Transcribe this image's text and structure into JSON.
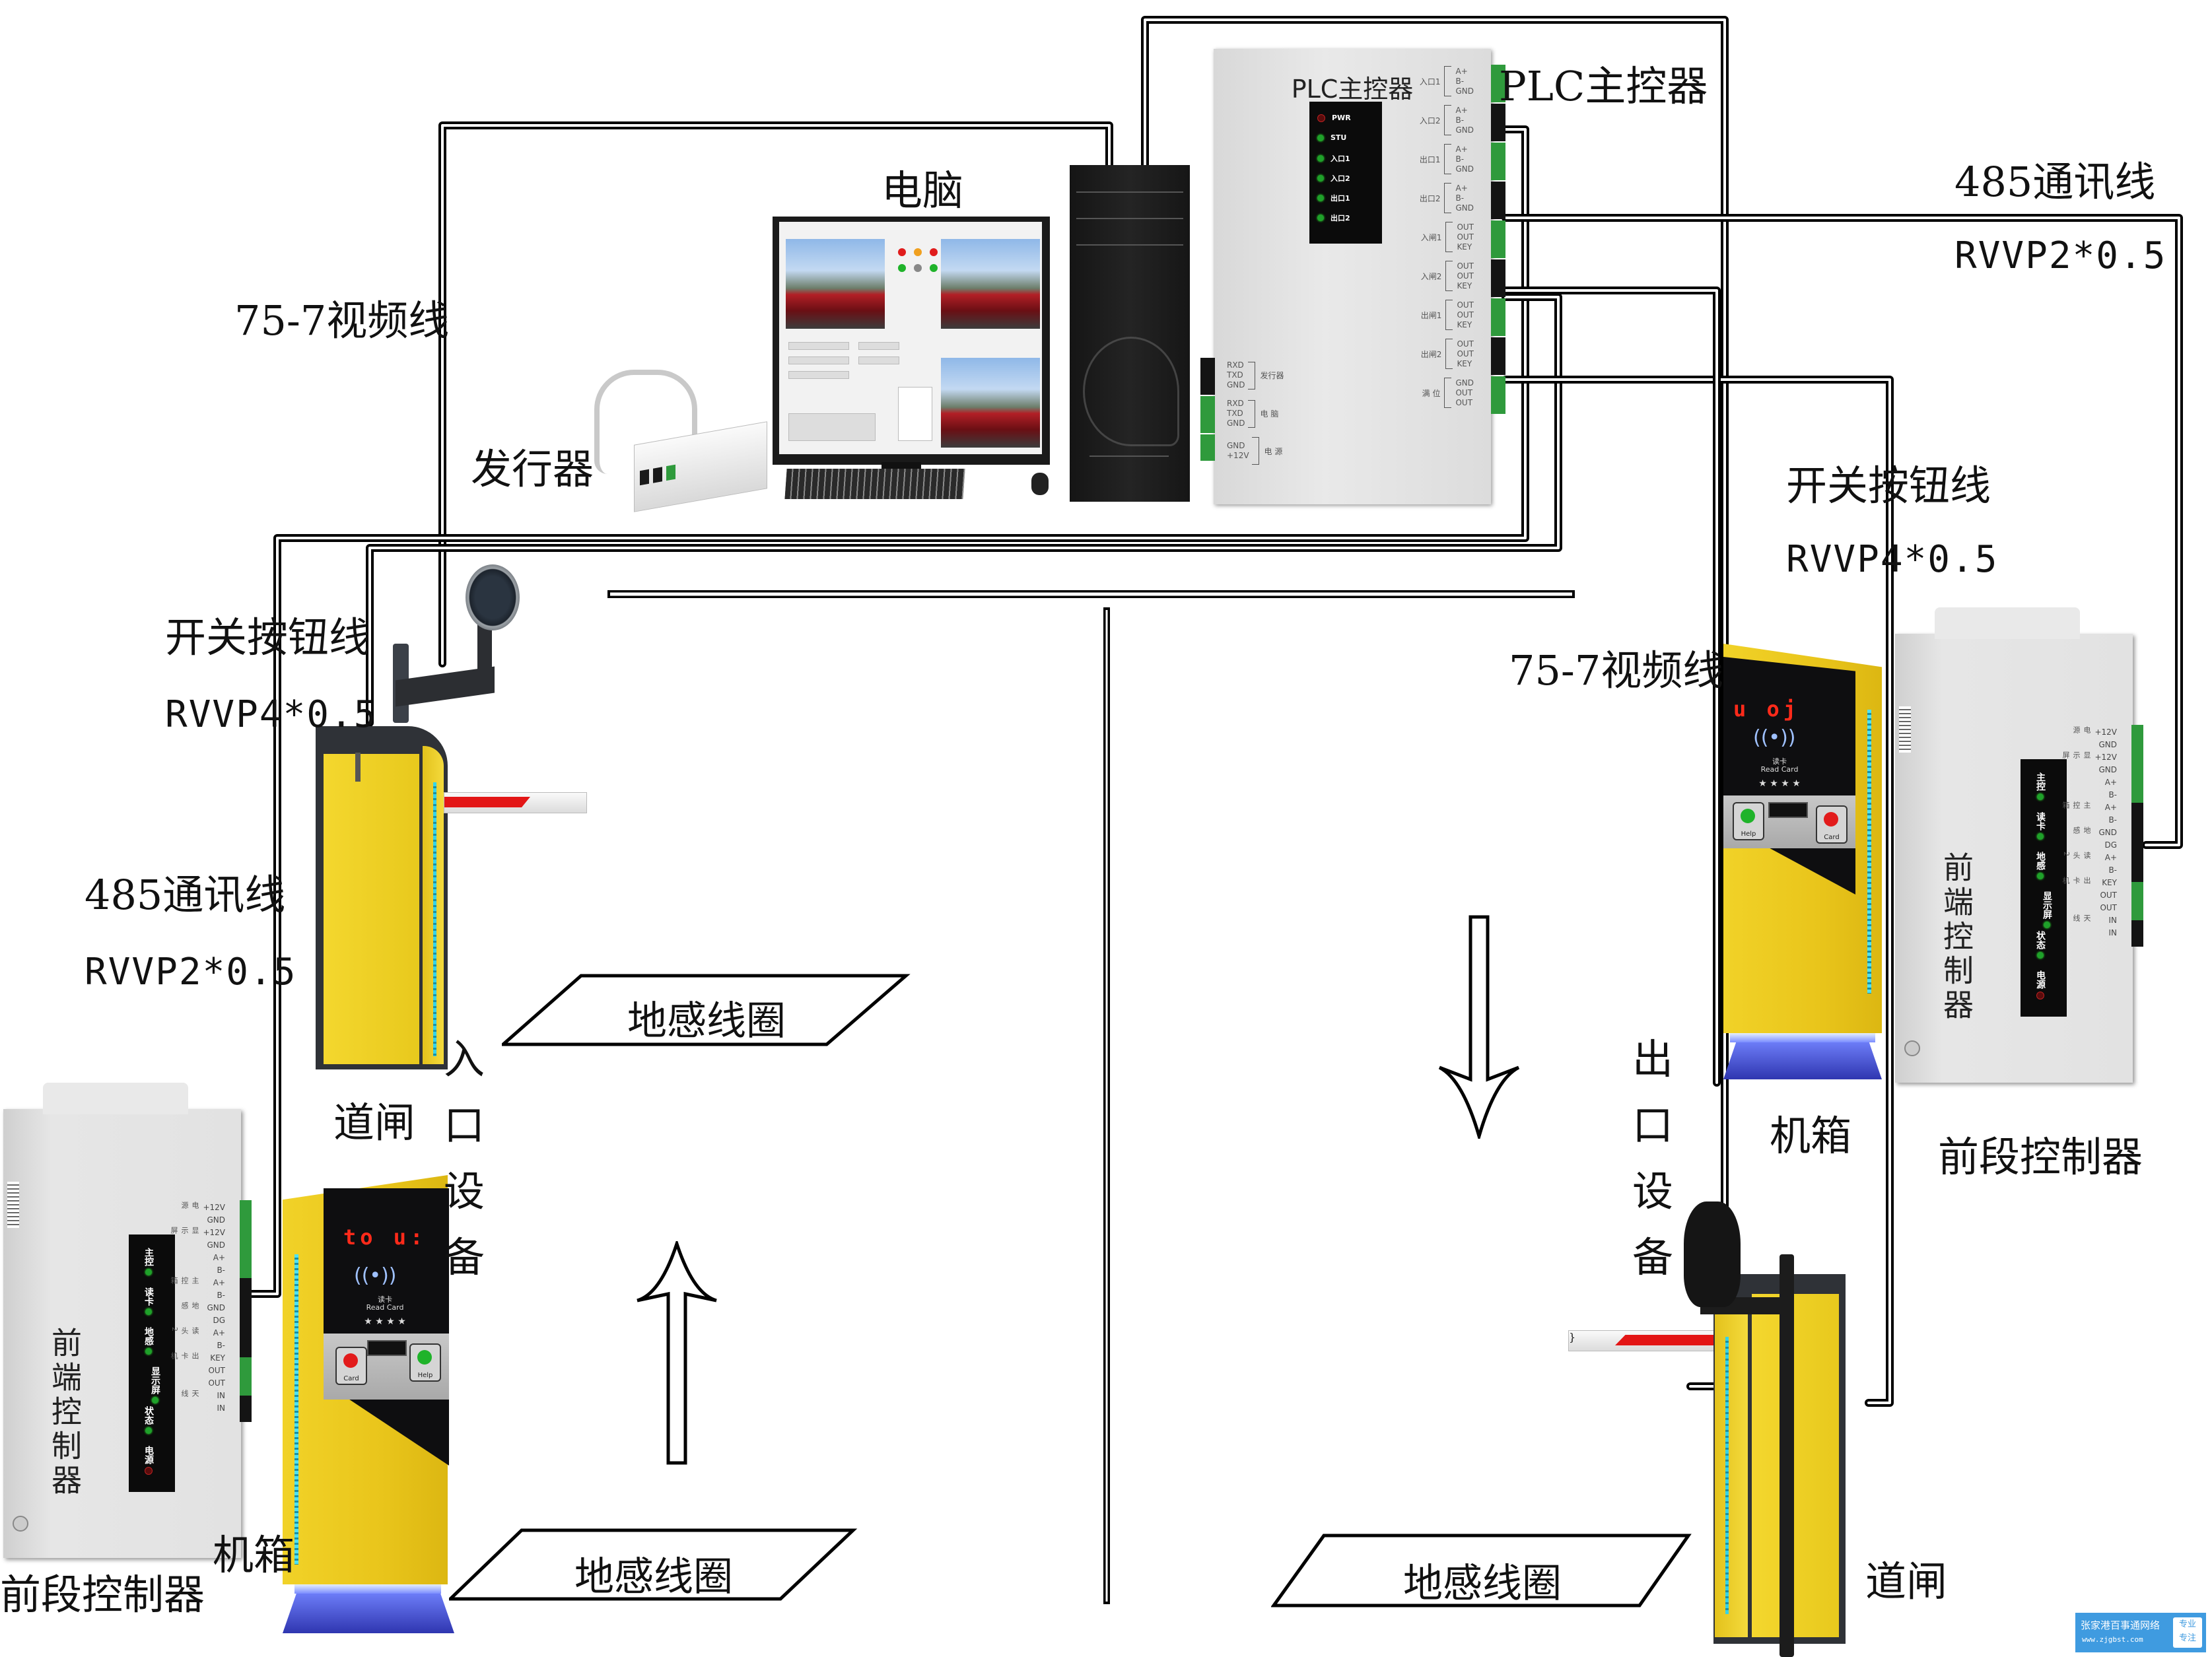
{
  "diagram_title": "停车场系统接线示意图",
  "labels": {
    "plc_main": "PLC主控器",
    "computer": "电脑",
    "issuer": "发行器",
    "video_cable_left": "75-7视频线",
    "video_cable_right": "75-7视频线",
    "switch_cable_left": "开关按钮线",
    "switch_cable_left_spec": "RVVP4*0.5",
    "switch_cable_right": "开关按钮线",
    "switch_cable_right_spec": "RVVP4*0.5",
    "comm_cable_left": "485通讯线",
    "comm_cable_left_spec": "RVVP2*0.5",
    "comm_cable_right": "485通讯线",
    "comm_cable_right_spec": "RVVP2*0.5",
    "gate_left": "道闸",
    "gate_right": "道闸",
    "kiosk_left": "机箱",
    "kiosk_right": "机箱",
    "front_ctrl_left": "前段控制器",
    "front_ctrl_right": "前段控制器",
    "entry_equipment": [
      "入",
      "口",
      "设",
      "备"
    ],
    "exit_equipment": [
      "出",
      "口",
      "设",
      "备"
    ],
    "loop_entry_top": "地感线圈",
    "loop_entry_bottom": "地感线圈",
    "loop_exit": "地感线圈"
  },
  "plc_device": {
    "title": "PLC主控器",
    "indicators": [
      {
        "label": "PWR",
        "color": "red"
      },
      {
        "label": "STU",
        "color": "green"
      },
      {
        "label": "入口1",
        "color": "green"
      },
      {
        "label": "入口2",
        "color": "green"
      },
      {
        "label": "出口1",
        "color": "green"
      },
      {
        "label": "出口2",
        "color": "green"
      }
    ],
    "right_terminals": [
      {
        "group": "入口1",
        "pins": [
          "A+",
          "B-",
          "GND"
        ],
        "block": "green"
      },
      {
        "group": "入口2",
        "pins": [
          "A+",
          "B-",
          "GND"
        ],
        "block": "black"
      },
      {
        "group": "出口1",
        "pins": [
          "A+",
          "B-",
          "GND"
        ],
        "block": "green"
      },
      {
        "group": "出口2",
        "pins": [
          "A+",
          "B-",
          "GND"
        ],
        "block": "black"
      },
      {
        "group": "入闸1",
        "pins": [
          "OUT",
          "OUT",
          "KEY"
        ],
        "block": "green"
      },
      {
        "group": "入闸2",
        "pins": [
          "OUT",
          "OUT",
          "KEY"
        ],
        "block": "black"
      },
      {
        "group": "出闸1",
        "pins": [
          "OUT",
          "OUT",
          "KEY"
        ],
        "block": "green"
      },
      {
        "group": "出闸2",
        "pins": [
          "OUT",
          "OUT",
          "KEY"
        ],
        "block": "black"
      },
      {
        "group": "满 位",
        "pins": [
          "GND",
          "OUT",
          "OUT"
        ],
        "block": "green"
      }
    ],
    "left_terminals": [
      {
        "group": "发行器",
        "pins": [
          "RXD",
          "TXD",
          "GND"
        ],
        "block": "black"
      },
      {
        "group": "电 脑",
        "pins": [
          "RXD",
          "TXD",
          "GND"
        ],
        "block": "green"
      },
      {
        "group": "电 源",
        "pins": [
          "GND",
          "+12V"
        ],
        "block": "green"
      }
    ]
  },
  "front_controller_device": {
    "title": "前端控制器",
    "indicators": [
      {
        "label": "主控",
        "color": "green"
      },
      {
        "label": "读卡",
        "color": "green"
      },
      {
        "label": "地感",
        "color": "green"
      },
      {
        "label": "显示屏",
        "color": "green"
      },
      {
        "label": "状态",
        "color": "green"
      },
      {
        "label": "电源",
        "color": "red"
      }
    ],
    "terminals": [
      {
        "group": "电源",
        "pins": [
          "+12V",
          "GND"
        ]
      },
      {
        "group": "显示屏",
        "pins": [
          "+12V",
          "GND",
          "A+",
          "B-"
        ]
      },
      {
        "group": "主控箱",
        "pins": [
          "A+",
          "B-"
        ]
      },
      {
        "group": "地感",
        "pins": [
          "GND",
          "DG"
        ]
      },
      {
        "group": "读头2",
        "pins": [
          "A+",
          "B-"
        ]
      },
      {
        "group": "出卡机",
        "pins": [
          "KEY",
          "OUT",
          "OUT"
        ]
      },
      {
        "group": "天线",
        "pins": [
          "IN",
          "IN"
        ]
      }
    ]
  },
  "kiosk_device": {
    "display_entry": "to u:",
    "display_exit": "u  oj",
    "read_card_cn": "读卡",
    "read_card_en": "Read Card",
    "card_button": "Card",
    "help_button": "Help",
    "colors": {
      "body": "#f0cf25",
      "face": "#0e0e10",
      "led_text": "#ff2a1a",
      "base": "#2f36b0"
    }
  },
  "computer_screen": {
    "status_leds": [
      "#e01c1c",
      "#f0a020",
      "#e01c1c",
      "#1fb32a",
      "#888888",
      "#1fb32a"
    ]
  },
  "arrows": {
    "entry_direction": "up",
    "exit_direction": "down"
  },
  "watermark": {
    "name": "张家港百事通网络",
    "url": "www.zjgbst.com",
    "badge_line1": "专业",
    "badge_line2": "专注",
    "color": "#3f9be0"
  }
}
